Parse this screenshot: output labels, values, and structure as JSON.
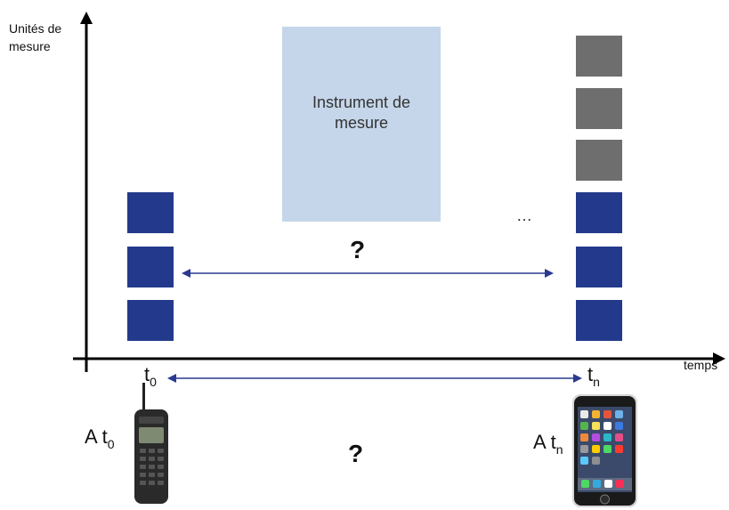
{
  "axis": {
    "y_label_line1": "Unités de",
    "y_label_line2": "mesure",
    "x_label": "temps"
  },
  "instrument": {
    "label_line1": "Instrument de",
    "label_line2": "mesure",
    "color": "#c5d6ea"
  },
  "blocks": {
    "left_navy_count": 3,
    "right_navy_count": 3,
    "right_grey_count": 3,
    "navy_color": "#233a8c",
    "grey_color": "#6e6e6e"
  },
  "ellipsis": "…",
  "question_marks": {
    "upper": "?",
    "lower": "?"
  },
  "time_marks": {
    "t0_base": "t",
    "t0_sub": "0",
    "tn_base": "t",
    "tn_sub": "n"
  },
  "phone_labels": {
    "left_prefix": "A t",
    "left_sub": "0",
    "right_prefix": "A t",
    "right_sub": "n"
  },
  "arrow_color": "#2a3a8f",
  "phones": {
    "left": "old-mobile-phone-icon",
    "right": "smartphone-icon"
  }
}
